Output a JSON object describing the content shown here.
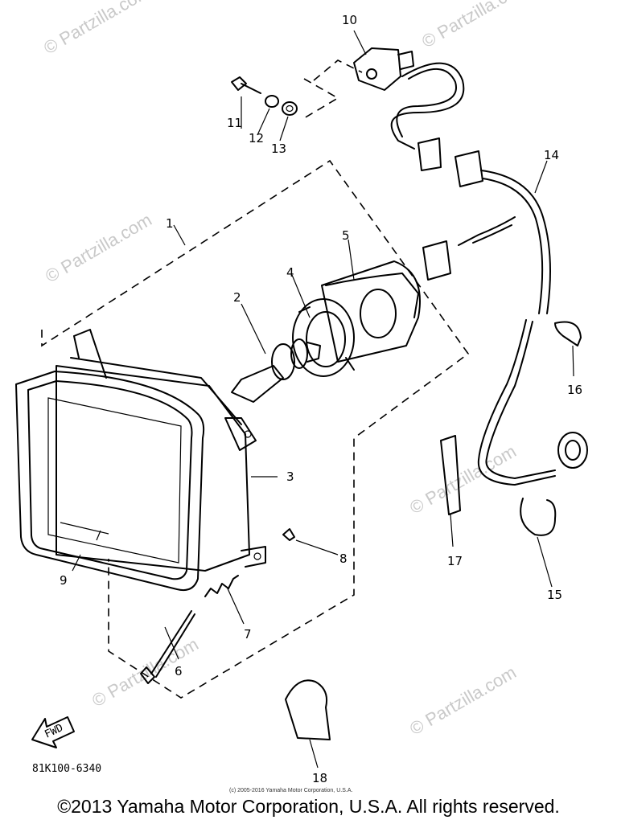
{
  "watermark": {
    "text": "© Partzilla.com"
  },
  "callouts": [
    {
      "id": "1",
      "label": "1"
    },
    {
      "id": "2",
      "label": "2"
    },
    {
      "id": "3",
      "label": "3"
    },
    {
      "id": "4",
      "label": "4"
    },
    {
      "id": "5",
      "label": "5"
    },
    {
      "id": "6",
      "label": "6"
    },
    {
      "id": "7",
      "label": "7"
    },
    {
      "id": "8",
      "label": "8"
    },
    {
      "id": "9",
      "label": "9"
    },
    {
      "id": "10",
      "label": "10"
    },
    {
      "id": "11",
      "label": "11"
    },
    {
      "id": "12",
      "label": "12"
    },
    {
      "id": "13",
      "label": "13"
    },
    {
      "id": "14",
      "label": "14"
    },
    {
      "id": "15",
      "label": "15"
    },
    {
      "id": "16",
      "label": "16"
    },
    {
      "id": "17",
      "label": "17"
    },
    {
      "id": "18",
      "label": "18"
    }
  ],
  "fwd_label": "FWD",
  "diagram_code": "81K100-6340",
  "small_copyright": "(c) 2005-2016 Yamaha Motor Corporation, U.S.A.",
  "copyright": "©2013 Yamaha Motor Corporation, U.S.A. All rights reserved."
}
